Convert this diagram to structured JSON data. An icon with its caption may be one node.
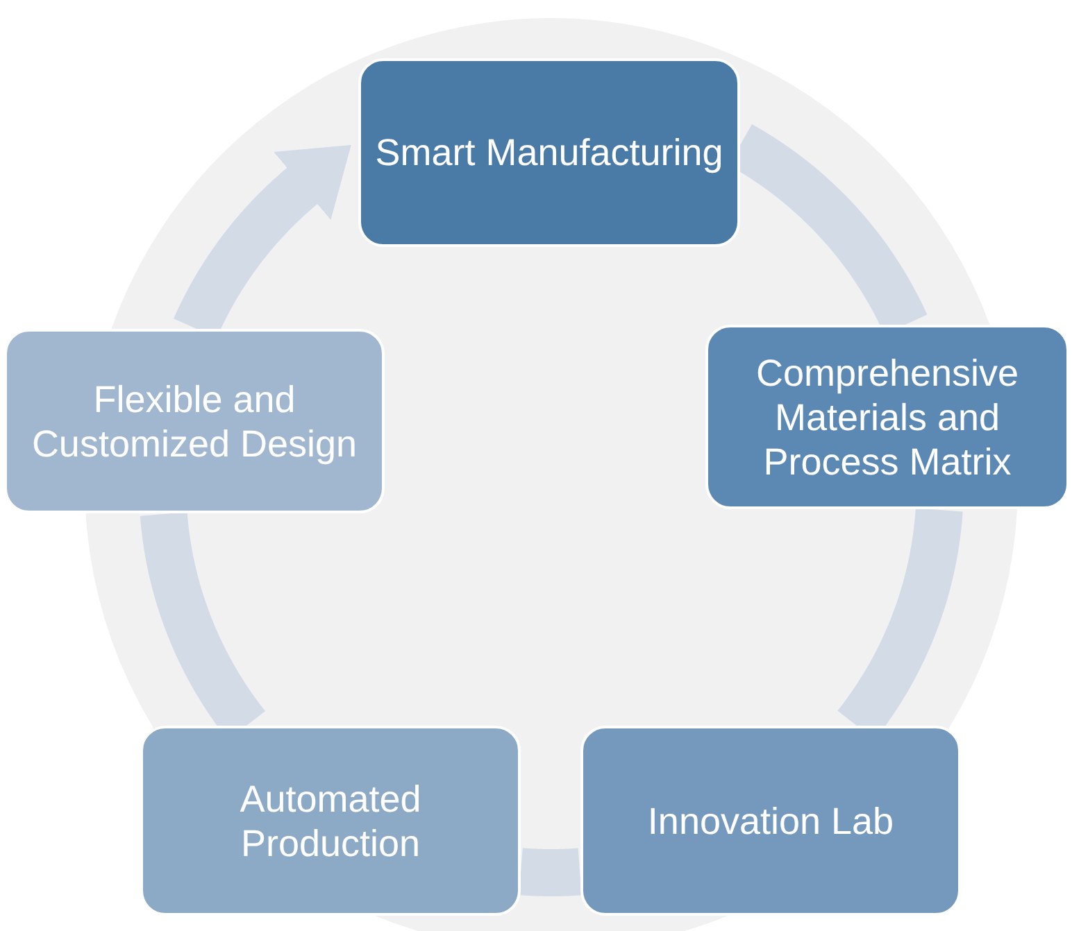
{
  "diagram": {
    "nodes": [
      {
        "text": [
          "Smart Manufacturing"
        ]
      },
      {
        "text": [
          "Comprehensive Materials and Process Matrix"
        ]
      },
      {
        "text": [
          "Innovation Lab"
        ]
      },
      {
        "text": [
          "Automated Production"
        ]
      },
      {
        "text": [
          "Flexible and Customized Design"
        ]
      }
    ],
    "edges": [
      {
        "from": 0,
        "to": 1,
        "arrow": "none"
      },
      {
        "from": 1,
        "to": 2,
        "arrow": "none"
      },
      {
        "from": 2,
        "to": 3,
        "arrow": "none"
      },
      {
        "from": 3,
        "to": 4,
        "arrow": "none"
      },
      {
        "from": 4,
        "to": 0,
        "arrow": "to"
      }
    ]
  }
}
